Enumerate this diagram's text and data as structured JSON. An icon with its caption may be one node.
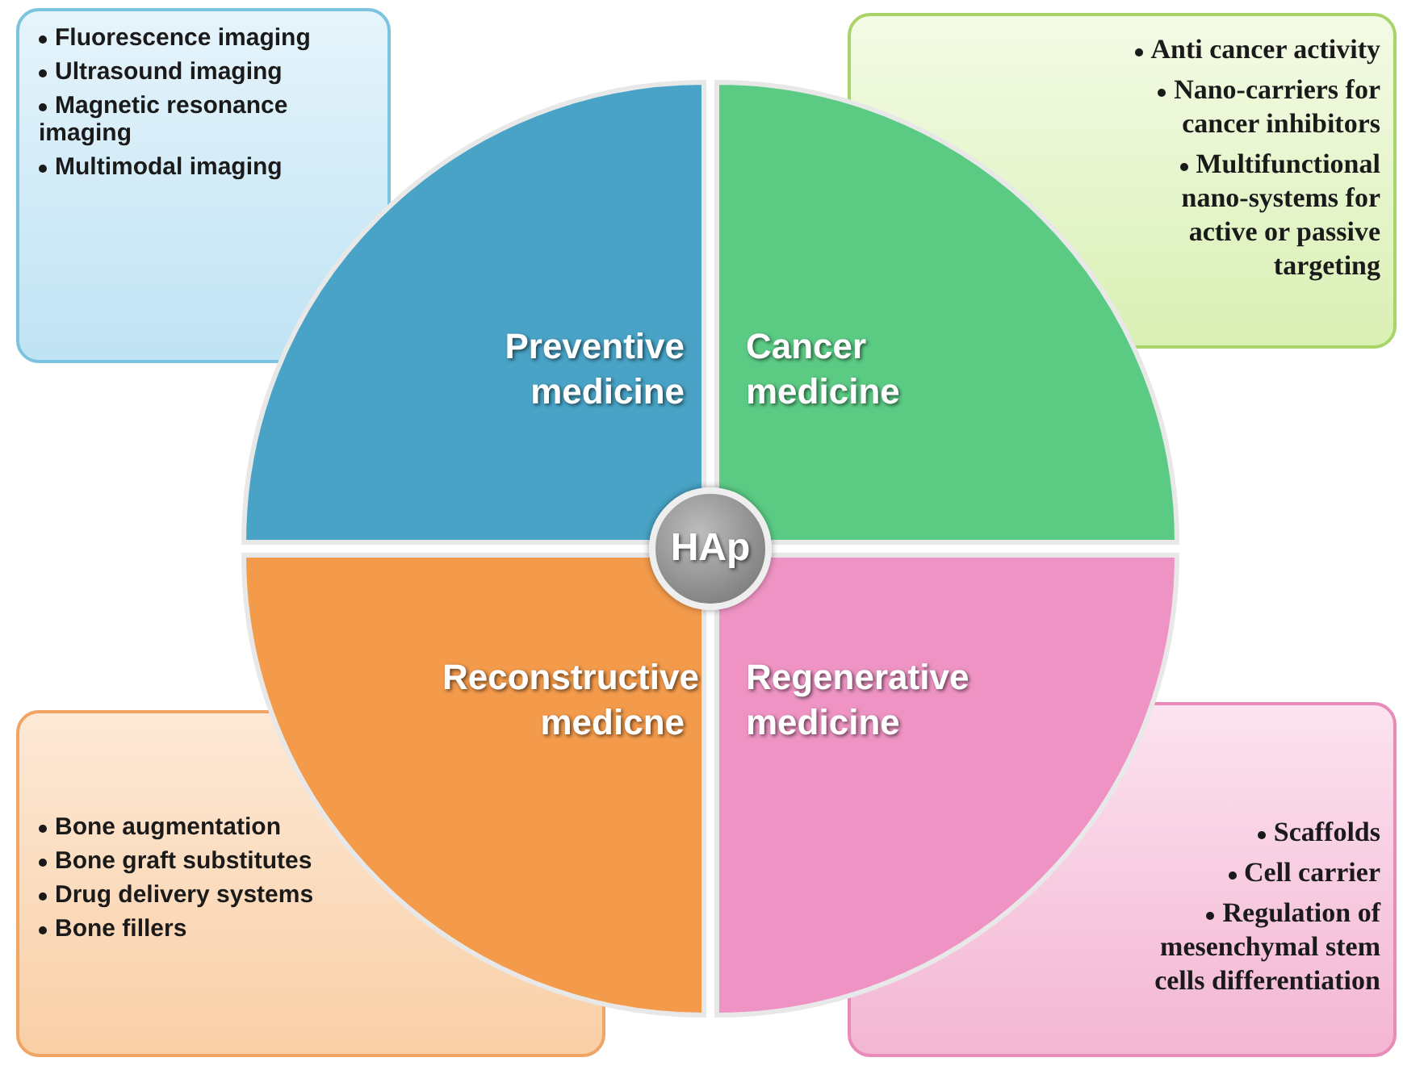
{
  "diagram": {
    "nodes": [
      {
        "text": [
          "Fluorescence imaging",
          "Ultrasound imaging",
          "Magnetic resonance imaging",
          "Multimodal imaging"
        ]
      },
      {
        "text": [
          "Anti cancer activity",
          "Nano-carriers for cancer inhibitors",
          "Multifunctional nano-systems for active or passive targeting"
        ]
      },
      {
        "text": [
          "Preventive medicine"
        ]
      },
      {
        "text": [
          "Cancer medicine"
        ]
      },
      {
        "text": [
          "HAp"
        ]
      },
      {
        "text": [
          "Reconstructive medicne"
        ]
      },
      {
        "text": [
          "Regenerative medicine"
        ]
      },
      {
        "text": [
          "Bone augmentation",
          "Bone graft substitutes",
          "Drug delivery systems",
          "Bone fillers"
        ]
      },
      {
        "text": [
          "Scaffolds",
          "Cell carrier",
          "Regulation of mesenchymal stem cells differentiation"
        ]
      }
    ]
  }
}
